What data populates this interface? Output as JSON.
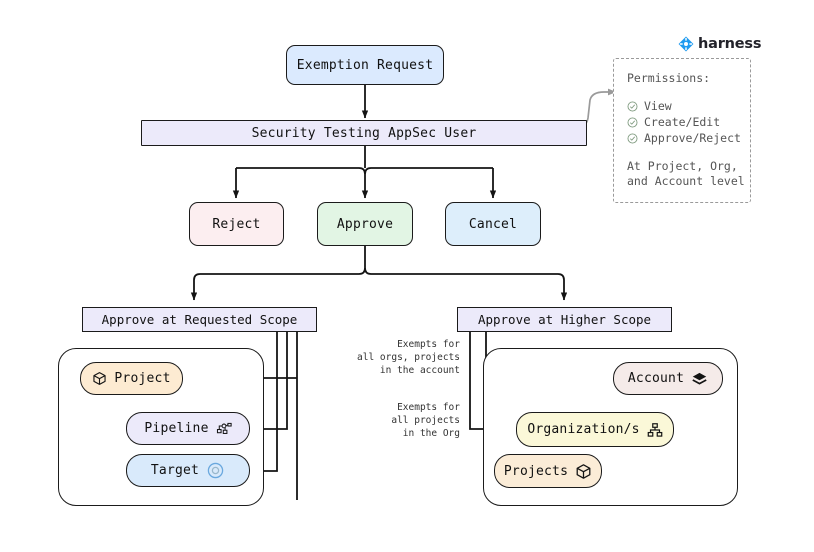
{
  "brand": {
    "name": "harness",
    "logo_icon": "harness-diamond-logo",
    "color": "#1f9bf0"
  },
  "flow": {
    "request": {
      "label": "Exemption Request",
      "fill": "#dbeafe"
    },
    "role_bar": {
      "label": "Security Testing AppSec User",
      "fill": "#eceafa"
    },
    "decisions": [
      {
        "label": "Reject",
        "fill": "#fceef0"
      },
      {
        "label": "Approve",
        "fill": "#e2f5e4"
      },
      {
        "label": "Cancel",
        "fill": "#ddeefb"
      }
    ]
  },
  "permissions": {
    "title": "Permissions:",
    "items": [
      {
        "label": "View",
        "icon": "check-circle-icon"
      },
      {
        "label": "Create/Edit",
        "icon": "check-circle-icon"
      },
      {
        "label": "Approve/Reject",
        "icon": "check-circle-icon"
      }
    ],
    "footer": "At Project, Org,\nand Account level",
    "icon_color": "#7f9a7f"
  },
  "scopes": {
    "requested": {
      "header": "Approve at Requested Scope",
      "nodes": [
        {
          "label": "Project",
          "icon": "cube-icon",
          "icon_side": "left",
          "fill": "#fdebd2"
        },
        {
          "label": "Pipeline",
          "icon": "pipeline-icon",
          "icon_side": "right",
          "fill": "#eceafa"
        },
        {
          "label": "Target",
          "icon": "target-icon",
          "icon_side": "right",
          "fill": "#d9eafb"
        }
      ]
    },
    "higher": {
      "header": "Approve at Higher Scope",
      "nodes": [
        {
          "label": "Account",
          "icon": "layers-icon",
          "icon_side": "right",
          "fill": "#f5ebe9"
        },
        {
          "label": "Organization/s",
          "icon": "org-chart-icon",
          "icon_side": "right",
          "fill": "#fbf8d8"
        },
        {
          "label": "Projects",
          "icon": "cube-icon",
          "icon_side": "right",
          "fill": "#fbecd7"
        }
      ],
      "annotations": [
        "Exempts for\nall orgs, projects\nin the account",
        "Exempts for\nall projects\nin the Org"
      ]
    }
  }
}
